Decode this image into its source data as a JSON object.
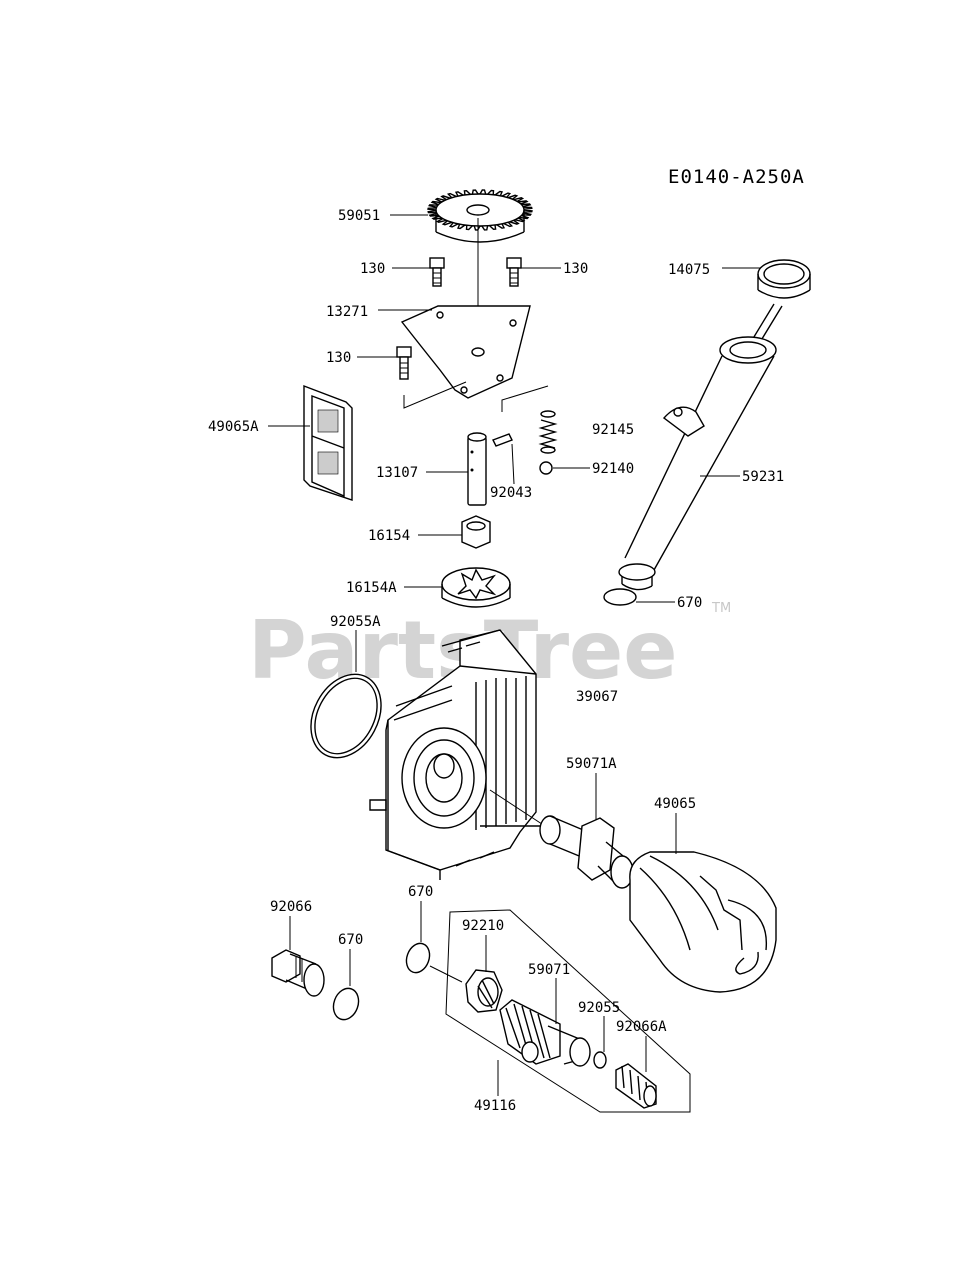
{
  "diagram": {
    "code": "E0140-A250A",
    "watermark": "PartsTree",
    "watermark_tm": "TM"
  },
  "parts": [
    {
      "key": "59051",
      "label": "59051"
    },
    {
      "key": "130a",
      "label": "130"
    },
    {
      "key": "130b",
      "label": "130"
    },
    {
      "key": "13271",
      "label": "13271"
    },
    {
      "key": "130c",
      "label": "130"
    },
    {
      "key": "49065A",
      "label": "49065A"
    },
    {
      "key": "92145",
      "label": "92145"
    },
    {
      "key": "13107",
      "label": "13107"
    },
    {
      "key": "92043",
      "label": "92043"
    },
    {
      "key": "92140",
      "label": "92140"
    },
    {
      "key": "14075",
      "label": "14075"
    },
    {
      "key": "59231",
      "label": "59231"
    },
    {
      "key": "16154",
      "label": "16154"
    },
    {
      "key": "16154A",
      "label": "16154A"
    },
    {
      "key": "670a",
      "label": "670"
    },
    {
      "key": "92055A",
      "label": "92055A"
    },
    {
      "key": "39067",
      "label": "39067"
    },
    {
      "key": "59071A",
      "label": "59071A"
    },
    {
      "key": "49065",
      "label": "49065"
    },
    {
      "key": "92066",
      "label": "92066"
    },
    {
      "key": "670b",
      "label": "670"
    },
    {
      "key": "670c",
      "label": "670"
    },
    {
      "key": "92210",
      "label": "92210"
    },
    {
      "key": "59071",
      "label": "59071"
    },
    {
      "key": "92055",
      "label": "92055"
    },
    {
      "key": "92066A",
      "label": "92066A"
    },
    {
      "key": "49116",
      "label": "49116"
    }
  ]
}
